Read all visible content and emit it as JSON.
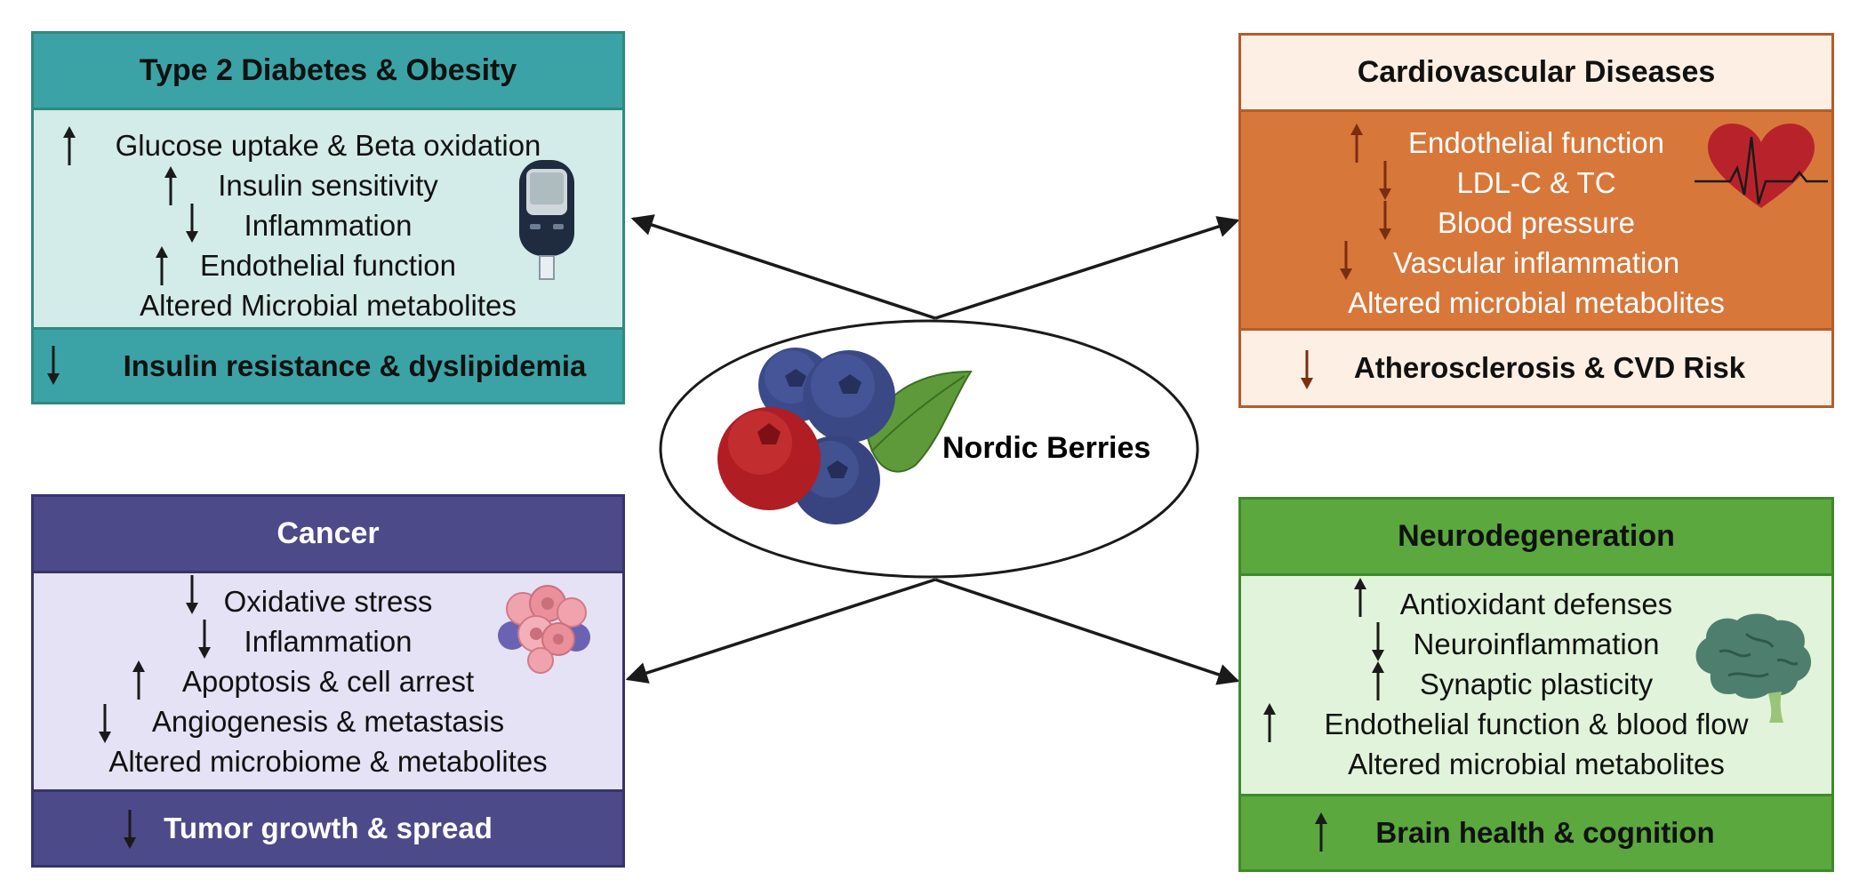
{
  "center": {
    "label": "Nordic Berries"
  },
  "panels": {
    "diabetes": {
      "title": "Type 2 Diabetes & Obesity",
      "items": [
        {
          "text": "Glucose uptake & Beta oxidation",
          "dir": "up"
        },
        {
          "text": "Insulin sensitivity",
          "dir": "up"
        },
        {
          "text": "Inflammation",
          "dir": "down"
        },
        {
          "text": "Endothelial function",
          "dir": "up"
        },
        {
          "text": "Altered Microbial metabolites",
          "dir": "none"
        }
      ],
      "outcome": {
        "text": "Insulin resistance & dyslipidemia",
        "dir": "down"
      },
      "icon": "glucose-meter-icon",
      "colors": {
        "header": "#3ba3a5",
        "body": "#d3ecea",
        "footer": "#3ba3a5",
        "border": "#2f8a7f",
        "arrow": "#1a1a1a",
        "text": "#111111"
      }
    },
    "cardio": {
      "title": "Cardiovascular Diseases",
      "items": [
        {
          "text": "Endothelial function",
          "dir": "up"
        },
        {
          "text": "LDL-C & TC",
          "dir": "down"
        },
        {
          "text": "Blood pressure",
          "dir": "down"
        },
        {
          "text": "Vascular inflammation",
          "dir": "down"
        },
        {
          "text": "Altered microbial metabolites",
          "dir": "none"
        }
      ],
      "outcome": {
        "text": "Atherosclerosis & CVD Risk",
        "dir": "down"
      },
      "icon": "heart-ecg-icon",
      "colors": {
        "header": "#fdefe3",
        "body": "#d8773a",
        "footer": "#fdefe3",
        "border": "#b85a2a",
        "arrow": "#7a2e10",
        "text": "#ffffff"
      }
    },
    "cancer": {
      "title": "Cancer",
      "items": [
        {
          "text": "Oxidative stress",
          "dir": "down"
        },
        {
          "text": "Inflammation",
          "dir": "down"
        },
        {
          "text": "Apoptosis & cell arrest",
          "dir": "up"
        },
        {
          "text": "Angiogenesis & metastasis",
          "dir": "down"
        },
        {
          "text": "Altered microbiome & metabolites",
          "dir": "none"
        }
      ],
      "outcome": {
        "text": "Tumor growth & spread",
        "dir": "down"
      },
      "icon": "cancer-cells-icon",
      "colors": {
        "header": "#4d4a8a",
        "body": "#e4e2f4",
        "footer": "#4d4a8a",
        "border": "#36336c",
        "arrow": "#1a1a1a",
        "text": "#111111"
      }
    },
    "neuro": {
      "title": "Neurodegeneration",
      "items": [
        {
          "text": "Antioxidant defenses",
          "dir": "up"
        },
        {
          "text": "Neuroinflammation",
          "dir": "down"
        },
        {
          "text": "Synaptic plasticity",
          "dir": "up"
        },
        {
          "text": "Endothelial function & blood flow",
          "dir": "up"
        },
        {
          "text": "Altered microbial metabolites",
          "dir": "none"
        }
      ],
      "outcome": {
        "text": "Brain health & cognition",
        "dir": "up"
      },
      "icon": "brain-icon",
      "colors": {
        "header": "#5aa83e",
        "body": "#e1f3da",
        "footer": "#5aa83e",
        "border": "#3f8a2c",
        "arrow": "#1a1a1a",
        "text": "#111111"
      }
    }
  }
}
